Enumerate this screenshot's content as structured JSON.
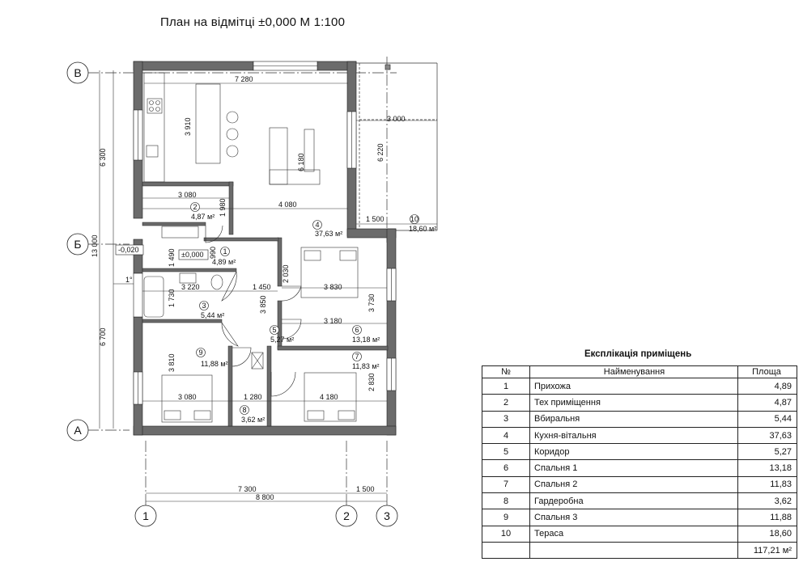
{
  "title": "План на відмітці ±0,000  М 1:100",
  "axes": {
    "rows": [
      "В",
      "Б",
      "А"
    ],
    "cols": [
      "1",
      "2",
      "3"
    ]
  },
  "levels": {
    "main": "±0,000",
    "outside": "-0,020",
    "slope": "1°"
  },
  "dimensions": {
    "top_width": "7 280",
    "left_total": "13 000",
    "left_upper": "6 300",
    "left_lower": "6 700",
    "kitchen_h": "3 910",
    "living_h": "6 180",
    "right_h": "6 220",
    "terrace_w": "3 000",
    "terrace_w2": "1 500",
    "tech_w": "3 080",
    "tech_h": "1 980",
    "living_w": "4 080",
    "hall_h": "1 490",
    "hall_h2": "990",
    "bath_w": "3 220",
    "bath_h": "1 730",
    "corr_w": "1 450",
    "corr_h": "3 850",
    "bed1_h": "2 030",
    "bed1_w": "3 830",
    "bed1_h2": "3 730",
    "bed1_w2": "3 180",
    "bed3_h": "3 810",
    "bed3_w": "3 080",
    "ward_w": "1 280",
    "bed2_w": "4 180",
    "bed2_h": "2 830",
    "bottom_main": "7 300",
    "bottom_terrace": "1 500",
    "bottom_total": "8 800"
  },
  "plan_rooms": [
    {
      "num": "1",
      "area": "4,89 м²"
    },
    {
      "num": "2",
      "area": "4,87 м²"
    },
    {
      "num": "3",
      "area": "5,44 м²"
    },
    {
      "num": "4",
      "area": "37,63 м²"
    },
    {
      "num": "5",
      "area": "5,27 м²"
    },
    {
      "num": "6",
      "area": "13,18 м²"
    },
    {
      "num": "7",
      "area": "11,83 м²"
    },
    {
      "num": "8",
      "area": "3,62 м²"
    },
    {
      "num": "9",
      "area": "11,88 м²"
    },
    {
      "num": "10",
      "area": "18,60 м²"
    }
  ],
  "legend": {
    "title": "Експлікація приміщень",
    "headers": [
      "№",
      "Найменування",
      "Площа"
    ],
    "rows": [
      {
        "no": "1",
        "name": "Прихожа",
        "area": "4,89"
      },
      {
        "no": "2",
        "name": "Тех приміщення",
        "area": "4,87"
      },
      {
        "no": "3",
        "name": "Вбиральня",
        "area": "5,44"
      },
      {
        "no": "4",
        "name": "Кухня-вітальня",
        "area": "37,63"
      },
      {
        "no": "5",
        "name": "Коридор",
        "area": "5,27"
      },
      {
        "no": "6",
        "name": "Спальня 1",
        "area": "13,18"
      },
      {
        "no": "7",
        "name": "Спальня 2",
        "area": "11,83"
      },
      {
        "no": "8",
        "name": "Гардеробна",
        "area": "3,62"
      },
      {
        "no": "9",
        "name": "Спальня 3",
        "area": "11,88"
      },
      {
        "no": "10",
        "name": "Тераса",
        "area": "18,60"
      }
    ],
    "total": "117,21 м²"
  }
}
